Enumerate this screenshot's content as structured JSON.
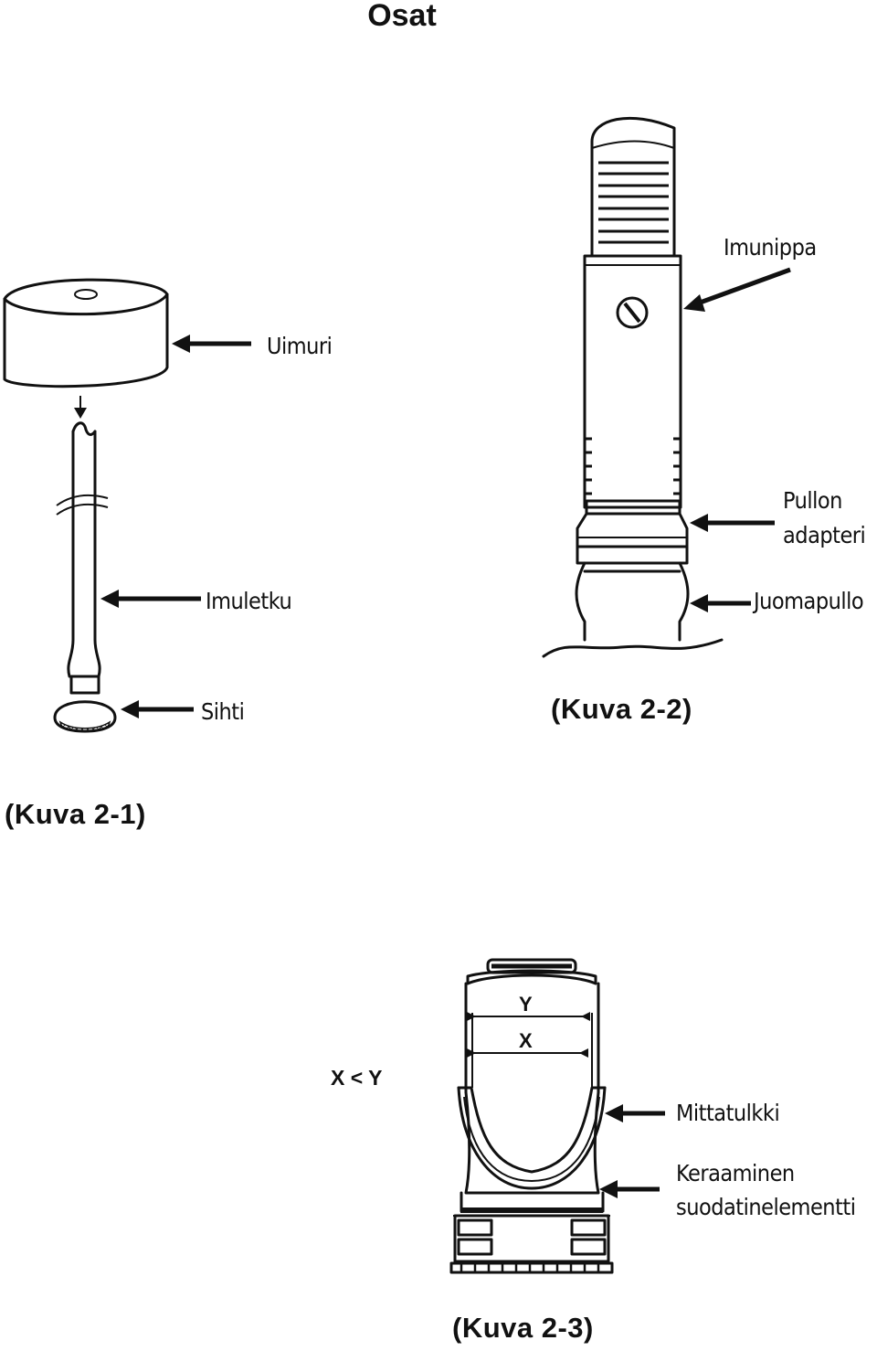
{
  "title": "Osat",
  "figure1": {
    "caption": "(Kuva 2-1)",
    "labels": {
      "float": "Uimuri",
      "hose": "Imuletku",
      "strainer": "Sihti"
    }
  },
  "figure2": {
    "caption": "(Kuva 2-2)",
    "labels": {
      "nipple": "Imunippa",
      "adapter_line1": "Pullon",
      "adapter_line2": "adapteri",
      "bottle": "Juomapullo"
    }
  },
  "figure3": {
    "caption": "(Kuva 2-3)",
    "relation": "X < Y",
    "dim_y": "Y",
    "dim_x": "X",
    "labels": {
      "gauge": "Mittatulkki",
      "element_line1": "Keraaminen",
      "element_line2": "suodatinelementti"
    }
  }
}
